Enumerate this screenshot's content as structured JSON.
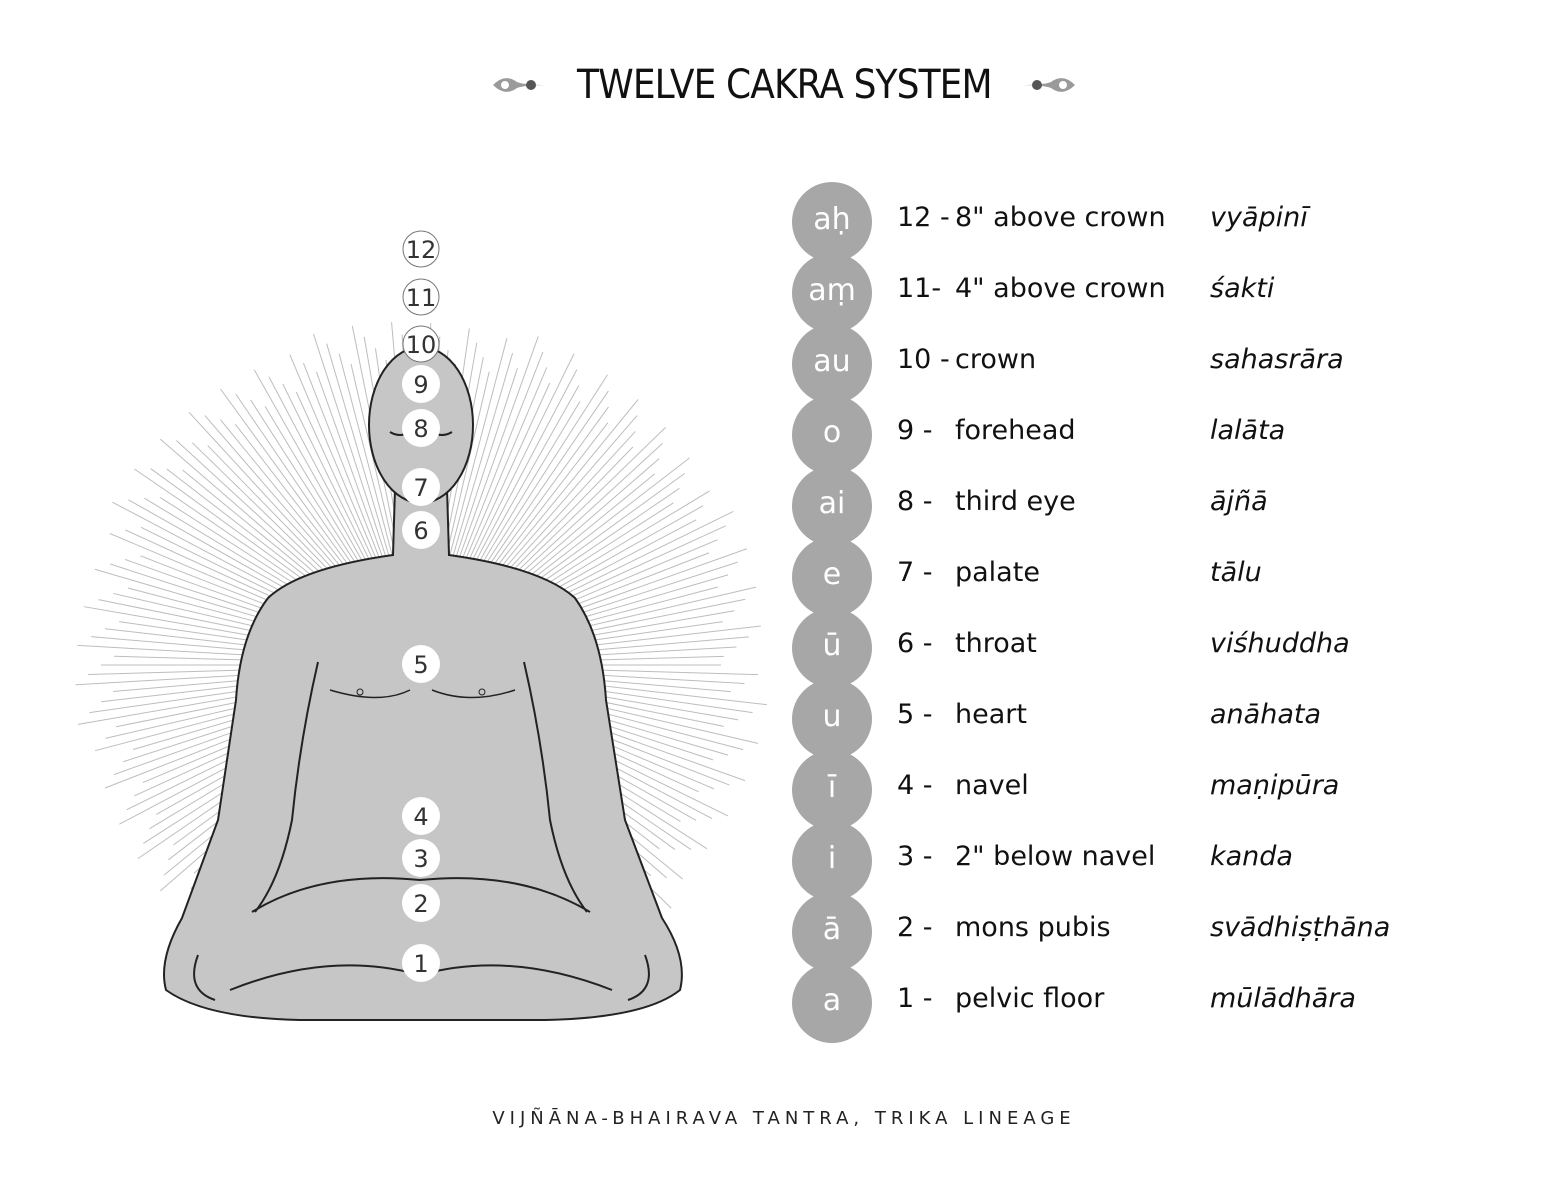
{
  "title": "TWELVE CAKRA SYSTEM",
  "footer": "VIJÑĀNA-BHAIRAVA TANTRA, TRIKA LINEAGE",
  "colors": {
    "circle": "#a7a7a7",
    "body": "#c6c6c6",
    "rays": "#bdbdbd"
  },
  "figure_markers": [
    "12",
    "11",
    "10",
    "9",
    "8",
    "7",
    "6",
    "5",
    "4",
    "3",
    "2",
    "1"
  ],
  "cakras": [
    {
      "vowel": "aḥ",
      "num": "12 -",
      "location": "8\" above crown",
      "sanskrit": "vyāpinī"
    },
    {
      "vowel": "aṃ",
      "num": "11-",
      "location": "4\" above crown",
      "sanskrit": "śakti"
    },
    {
      "vowel": "au",
      "num": "10 -",
      "location": "crown",
      "sanskrit": "sahasrāra"
    },
    {
      "vowel": "o",
      "num": "9 -",
      "location": "forehead",
      "sanskrit": "lalāta"
    },
    {
      "vowel": "ai",
      "num": "8 -",
      "location": "third eye",
      "sanskrit": "ājñā"
    },
    {
      "vowel": "e",
      "num": "7 -",
      "location": "palate",
      "sanskrit": "tālu"
    },
    {
      "vowel": "ū",
      "num": "6 -",
      "location": "throat",
      "sanskrit": "viśhuddha"
    },
    {
      "vowel": "u",
      "num": "5 -",
      "location": "heart",
      "sanskrit": "anāhata"
    },
    {
      "vowel": "ī",
      "num": "4 -",
      "location": "navel",
      "sanskrit": "maṇipūra"
    },
    {
      "vowel": "i",
      "num": "3 -",
      "location": "2\" below navel",
      "sanskrit": "kanda"
    },
    {
      "vowel": "ā",
      "num": "2 -",
      "location": "mons pubis",
      "sanskrit": "svādhiṣṭhāna"
    },
    {
      "vowel": "a",
      "num": "1 -",
      "location": "pelvic floor",
      "sanskrit": "mūlādhāra"
    }
  ]
}
